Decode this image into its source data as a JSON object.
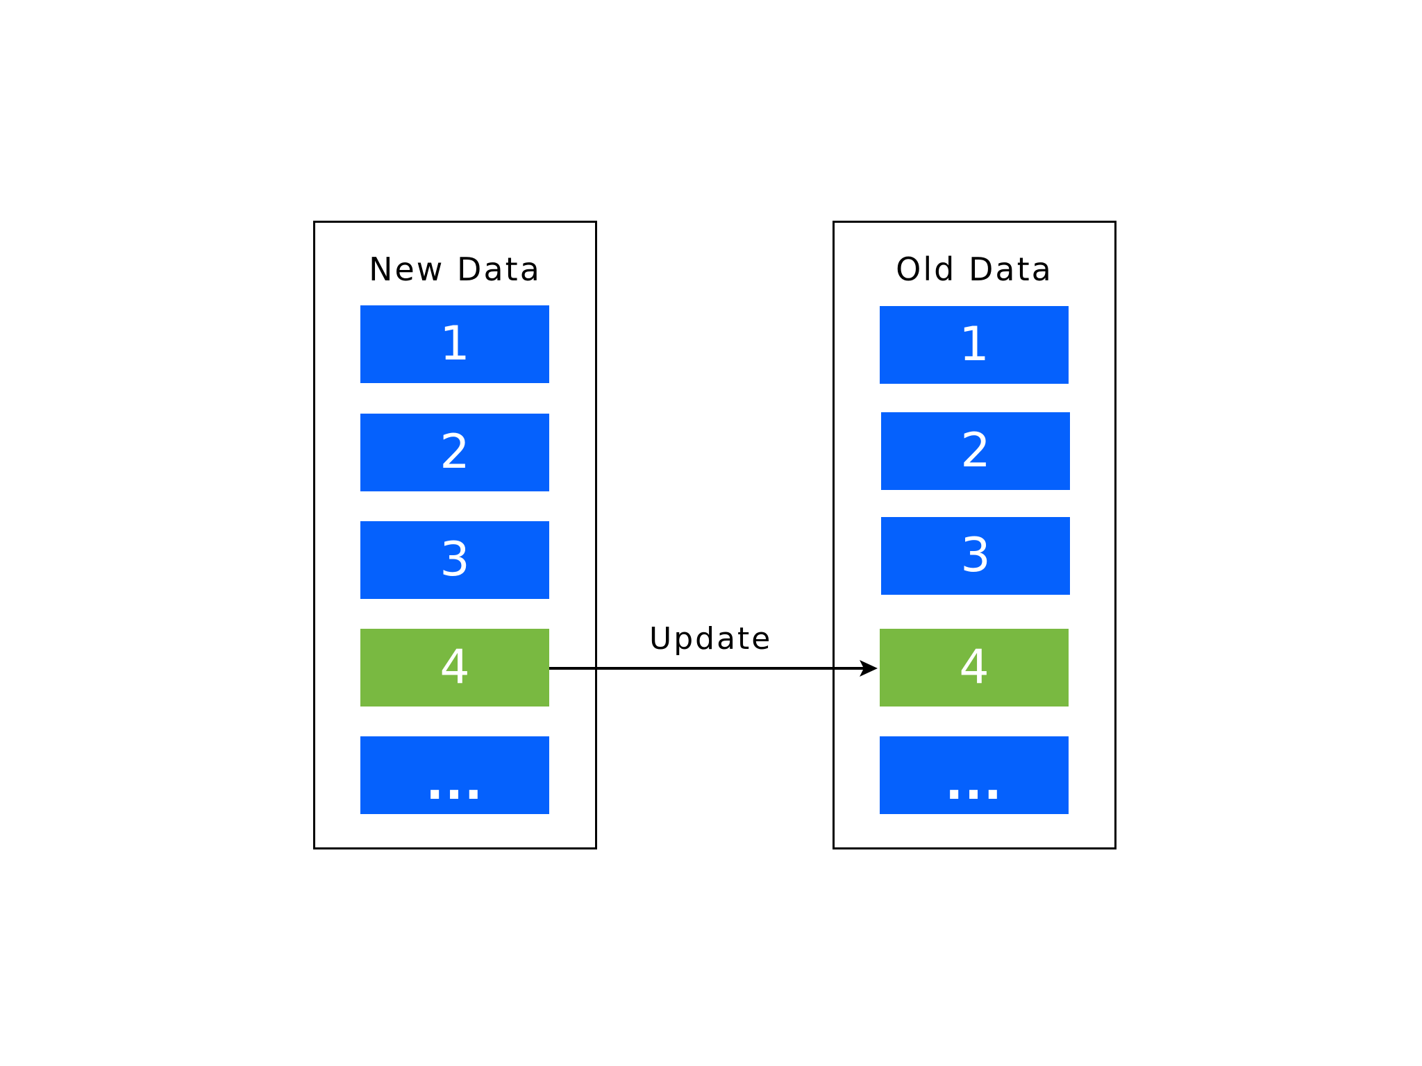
{
  "left_panel": {
    "title": "New Data",
    "items": [
      {
        "label": "1",
        "color": "#0561fd"
      },
      {
        "label": "2",
        "color": "#0561fd"
      },
      {
        "label": "3",
        "color": "#0561fd"
      },
      {
        "label": "4",
        "color": "#79b941"
      },
      {
        "label": "...",
        "color": "#0561fd"
      }
    ]
  },
  "right_panel": {
    "title": "Old Data",
    "items": [
      {
        "label": "1",
        "color": "#0561fd"
      },
      {
        "label": "2",
        "color": "#0561fd"
      },
      {
        "label": "3",
        "color": "#0561fd"
      },
      {
        "label": "4",
        "color": "#79b941"
      },
      {
        "label": "...",
        "color": "#0561fd"
      }
    ]
  },
  "connector": {
    "label": "Update"
  }
}
